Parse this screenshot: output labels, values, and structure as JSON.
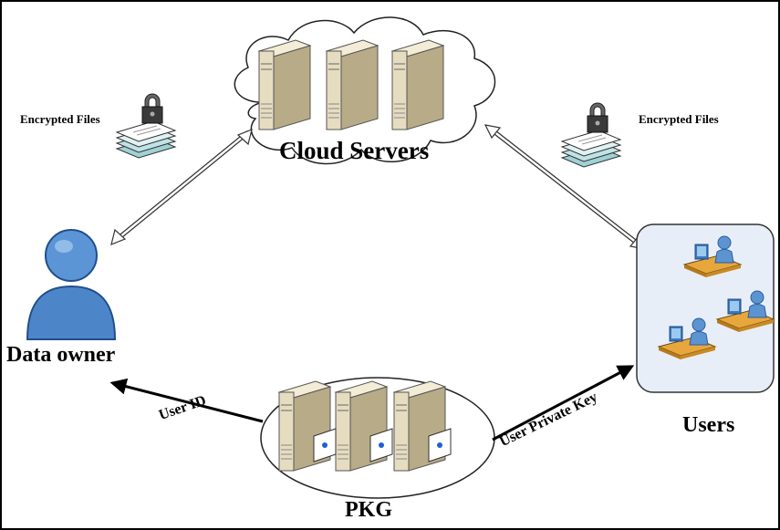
{
  "diagram": {
    "cloud_label": "Cloud Servers",
    "encrypted_files_left": "Encrypted Files",
    "encrypted_files_right": "Encrypted Files",
    "data_owner_label": "Data owner",
    "users_label": "Users",
    "pkg_label": "PKG",
    "user_id_label": "User ID",
    "user_private_key_label": "User Private Key"
  },
  "colors": {
    "server_beige": "#e6dcc0",
    "person_blue": "#4d86c8",
    "users_panel": "#e8eef8",
    "arrow": "#000000"
  }
}
